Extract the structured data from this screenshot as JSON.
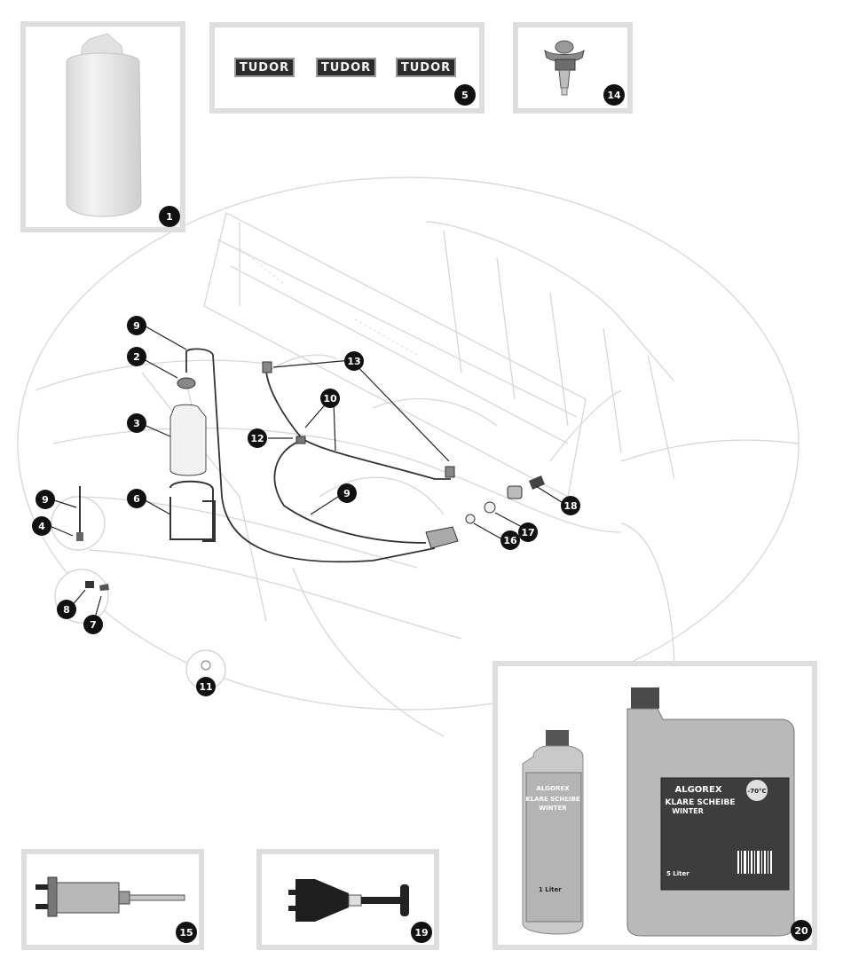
{
  "callouts": {
    "c1": "1",
    "c2": "2",
    "c3": "3",
    "c4": "4",
    "c5": "5",
    "c6": "6",
    "c7": "7",
    "c8": "8",
    "c9a": "9",
    "c9b": "9",
    "c9c": "9",
    "c10": "10",
    "c11": "11",
    "c12": "12",
    "c13": "13",
    "c14": "14",
    "c15": "15",
    "c16": "16",
    "c17": "17",
    "c18": "18",
    "c19": "19",
    "c20": "20"
  },
  "decals": [
    "TUDOR",
    "TUDOR",
    "TUDOR"
  ],
  "product_small": {
    "brand": "ALGOREX",
    "line1": "KLARE SCHEIBE",
    "line2": "WINTER",
    "volume": "1 Liter"
  },
  "product_large": {
    "brand": "ALGOREX",
    "line1": "KLARE SCHEIBE",
    "line2": "WINTER",
    "temp": "-70°C",
    "volume": "5 Liter"
  },
  "colors": {
    "frame": "#dedede",
    "badge": "#111111",
    "line": "#d4d4d4",
    "part": "#333333"
  }
}
